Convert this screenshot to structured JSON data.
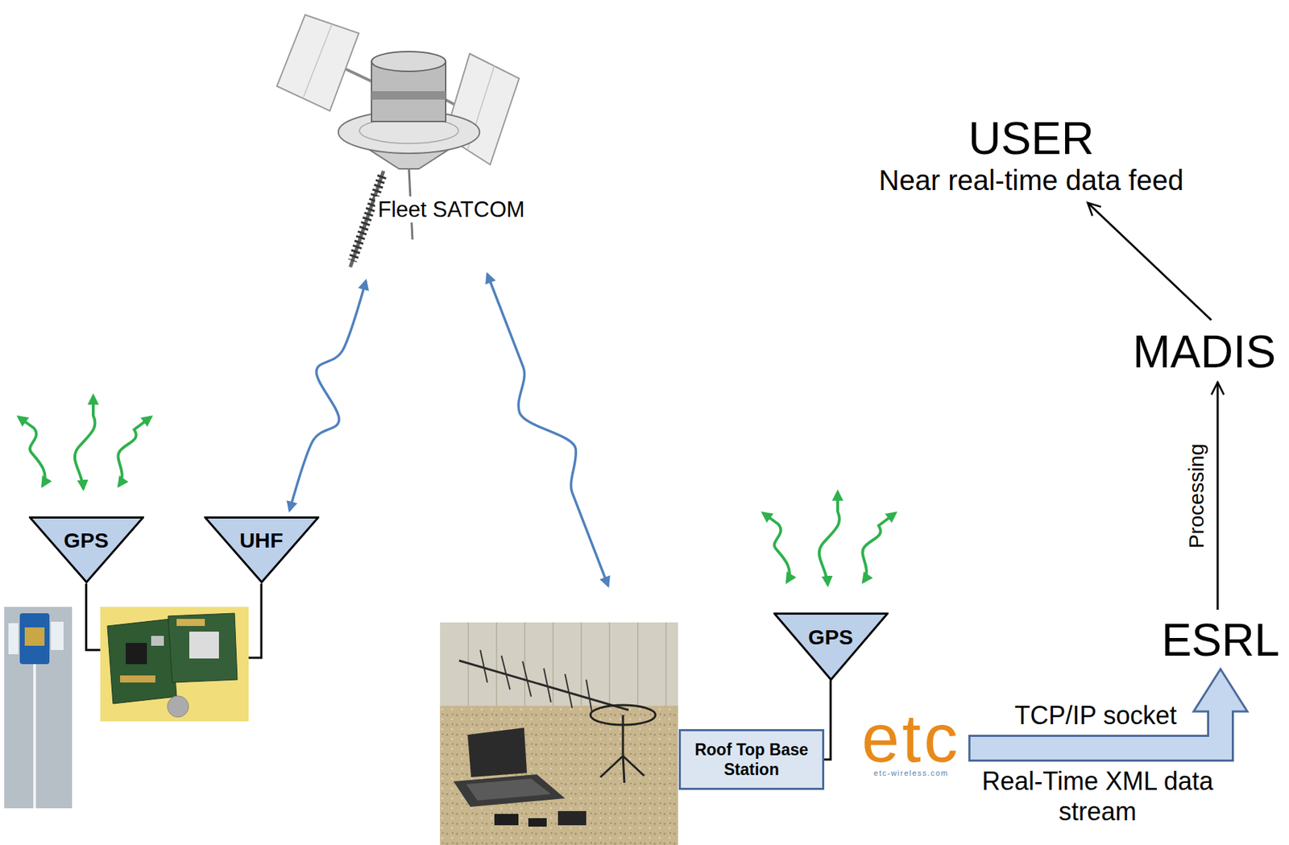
{
  "diagram": {
    "nodes": [
      {
        "text": [
          "Fleet SATCOM"
        ]
      },
      {
        "text": [
          "USER",
          "Near real-time data feed"
        ]
      },
      {
        "text": [
          "MADIS"
        ]
      },
      {
        "text": [
          "GPS"
        ]
      },
      {
        "text": [
          "UHF"
        ]
      },
      {
        "text": [
          "GPS"
        ]
      },
      {
        "text": [
          "ESRL"
        ]
      },
      {
        "text": [
          "Roof Top Base Station"
        ]
      },
      {
        "text": [
          "etc",
          "etc-wireless.com"
        ]
      }
    ],
    "edges": [
      {
        "from": 4,
        "to": 0,
        "arrow": "both"
      },
      {
        "from": 8,
        "to": 6,
        "label": "TCP/IP socket",
        "arrow": "to"
      },
      {
        "from": 6,
        "to": 2,
        "label": "Processing",
        "arrow": "to"
      },
      {
        "from": 2,
        "to": 1,
        "arrow": "to"
      },
      {
        "from": 7,
        "to": 5,
        "arrow": "none"
      }
    ],
    "labels": [
      "Real-Time XML data stream"
    ]
  }
}
